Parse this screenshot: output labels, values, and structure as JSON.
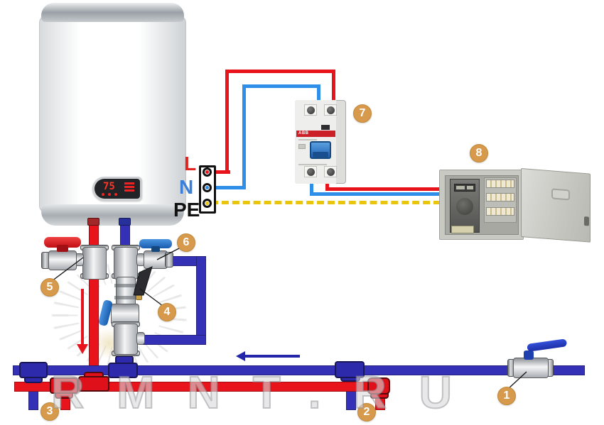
{
  "watermark": {
    "text": "RMNT.RU"
  },
  "heater": {
    "display_value": "75"
  },
  "terminal_block": {
    "line": "L",
    "neutral": "N",
    "earth": "PE"
  },
  "rcd": {
    "brand": "ABB"
  },
  "badges": [
    {
      "label": "1"
    },
    {
      "label": "2"
    },
    {
      "label": "3"
    },
    {
      "label": "4"
    },
    {
      "label": "5"
    },
    {
      "label": "6"
    },
    {
      "label": "7"
    },
    {
      "label": "8"
    }
  ],
  "colors": {
    "hot_pipe": "#e8131b",
    "cold_pipe": "#3531b6",
    "line_wire": "#e8131b",
    "neutral_wire": "#2e8ee8",
    "earth_wire": "#e9c50c",
    "badge": "#d79a4c"
  }
}
